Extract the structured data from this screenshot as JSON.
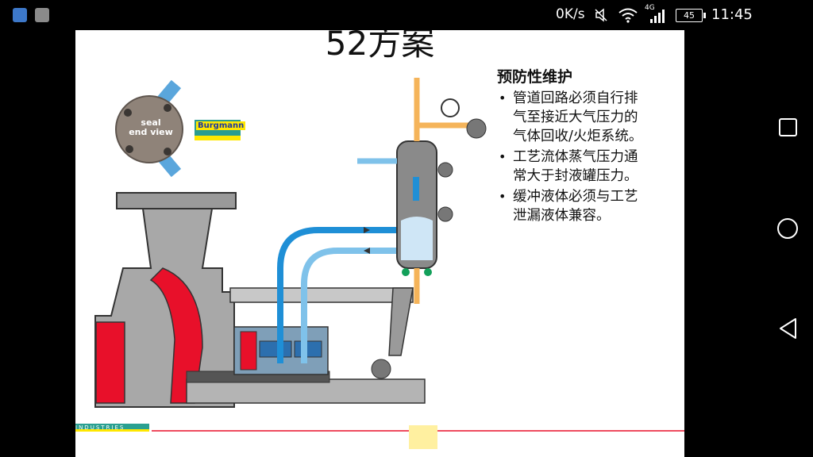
{
  "status_bar": {
    "network_speed": "0K/s",
    "network_type": "4G",
    "battery_level": "45",
    "time": "11:45",
    "icons": [
      "notification-app-icon",
      "gallery-icon",
      "mute-icon",
      "wifi-icon",
      "signal-icon",
      "battery-icon"
    ]
  },
  "slide": {
    "title": "52方案",
    "panel_title": "预防性维护",
    "bullets": [
      {
        "lines": [
          "管道回路必须自行排",
          "气至接近大气压力的",
          "气体回收/火炬系统。"
        ]
      },
      {
        "lines": [
          "工艺流体蒸气压力通",
          "常大于封液罐压力。"
        ]
      },
      {
        "lines": [
          "缓冲液体必须与工艺",
          "泄漏液体兼容。"
        ]
      }
    ],
    "diagram": {
      "seal_label_line1": "seal",
      "seal_label_line2": "end view",
      "logo_text": "Burgmann",
      "strip_label": "INDUSTRIES"
    }
  },
  "colors": {
    "pipe_blue": "#1f8fd6",
    "pipe_light_blue": "#7fc2ea",
    "pipe_orange": "#f5b45a",
    "pump_red": "#e8102a",
    "pump_gray": "#9a9a9a",
    "highlight_yellow": "#fff0a0"
  },
  "nav_bar": {
    "buttons": [
      "square-recents-icon",
      "circle-home-icon",
      "triangle-back-icon"
    ]
  }
}
